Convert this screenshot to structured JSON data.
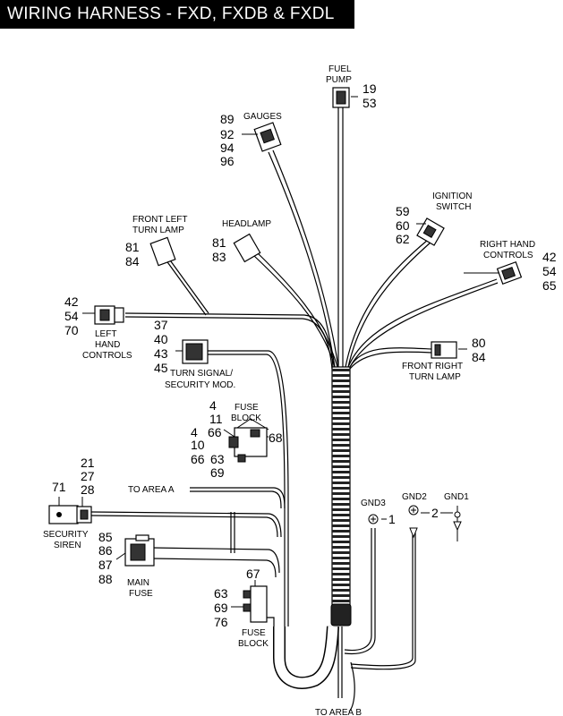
{
  "title": "WIRING HARNESS - FXD, FXDB & FXDL",
  "components": {
    "fuel_pump": {
      "name": [
        "FUEL",
        "PUMP"
      ],
      "refs": [
        "19",
        "53"
      ]
    },
    "gauges": {
      "name": [
        "GAUGES"
      ],
      "refs": [
        "89",
        "92",
        "94",
        "96"
      ]
    },
    "ignition_switch": {
      "name": [
        "IGNITION",
        "SWITCH"
      ],
      "refs": [
        "59",
        "60",
        "62"
      ]
    },
    "front_left_turn_lamp": {
      "name": [
        "FRONT LEFT",
        "TURN LAMP"
      ],
      "refs": [
        "81",
        "84"
      ]
    },
    "headlamp": {
      "name": [
        "HEADLAMP"
      ],
      "refs": [
        "81",
        "83"
      ]
    },
    "right_hand_controls": {
      "name": [
        "RIGHT HAND",
        "CONTROLS"
      ],
      "refs": [
        "42",
        "54",
        "65"
      ]
    },
    "left_hand_controls": {
      "name": [
        "LEFT",
        "HAND",
        "CONTROLS"
      ],
      "refs": [
        "42",
        "54",
        "70"
      ]
    },
    "turn_signal_module": {
      "name": [
        "TURN SIGNAL/",
        "SECURITY MOD."
      ],
      "refs": [
        "37",
        "40",
        "43",
        "45"
      ]
    },
    "front_right_turn_lamp": {
      "name": [
        "FRONT RIGHT",
        "TURN LAMP"
      ],
      "refs": [
        "80",
        "84"
      ]
    },
    "fuse_block_upper": {
      "name": [
        "FUSE",
        "BLOCK"
      ],
      "refs_top": [
        "4",
        "11",
        "66"
      ],
      "refs_left": [
        "4",
        "10",
        "66"
      ],
      "refs_bottom": [
        "63",
        "69"
      ],
      "refs_right": [
        "68"
      ]
    },
    "security_siren": {
      "name": [
        "SECURITY",
        "SIREN"
      ],
      "refs_left": [
        "71"
      ],
      "refs_top": [
        "21",
        "27",
        "28"
      ]
    },
    "main_fuse": {
      "name": [
        "MAIN",
        "FUSE"
      ],
      "refs": [
        "85",
        "86",
        "87",
        "88"
      ]
    },
    "fuse_block_lower": {
      "name": [
        "FUSE",
        "BLOCK"
      ],
      "refs_top": [
        "67"
      ],
      "refs_left": [
        "63",
        "69",
        "76"
      ]
    },
    "gnd3": {
      "name": "GND3",
      "ref": "1"
    },
    "gnd2": {
      "name": "GND2",
      "ref": "2"
    },
    "gnd1": {
      "name": "GND1"
    }
  },
  "area_labels": {
    "area_a": "TO AREA A",
    "area_b": "TO AREA B"
  }
}
